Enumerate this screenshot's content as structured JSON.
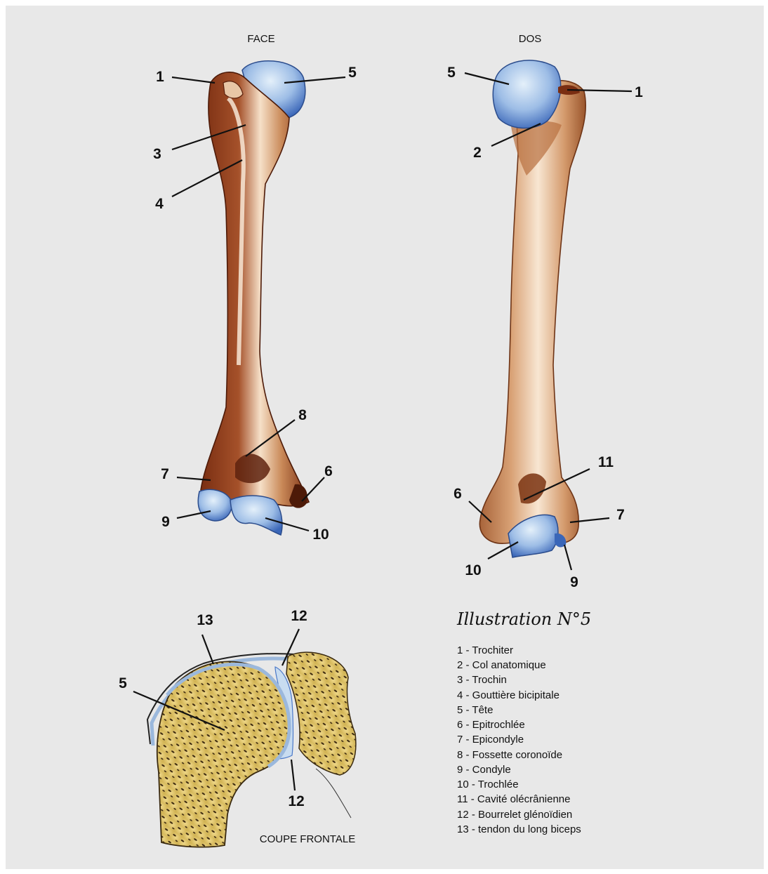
{
  "views": {
    "face": "FACE",
    "dos": "DOS",
    "coupe": "COUPE FRONTALE"
  },
  "markers": {
    "face": {
      "m1": "1",
      "m3": "3",
      "m4": "4",
      "m5": "5",
      "m6": "6",
      "m7": "7",
      "m8": "8",
      "m9": "9",
      "m10": "10"
    },
    "dos": {
      "m1": "1",
      "m2": "2",
      "m5": "5",
      "m6": "6",
      "m7": "7",
      "m9": "9",
      "m10": "10",
      "m11": "11"
    },
    "coupe": {
      "m5": "5",
      "m12a": "12",
      "m12b": "12",
      "m13": "13"
    }
  },
  "legend": {
    "title": "Illustration N°5",
    "items": [
      "1 - Trochiter",
      "2 - Col anatomique",
      "3 - Trochin",
      "4 - Gouttière bicipitale",
      "5 - Tête",
      "6 - Epitrochlée",
      "7 - Epicondyle",
      "8 - Fossette coronoïde",
      "9 - Condyle",
      "10 - Trochlée",
      "11 - Cavité olécrânienne",
      "12 - Bourrelet glénoïdien",
      "13 - tendon du long biceps"
    ]
  },
  "colors": {
    "background": "#e8e8e8",
    "bone_dark": "#8a3a1c",
    "bone_mid": "#c0784a",
    "bone_light": "#f2d6b8",
    "cartilage_blue": "#4a78c8",
    "cartilage_light": "#c8dcf0",
    "spongy_yellow": "#e3c86a"
  }
}
